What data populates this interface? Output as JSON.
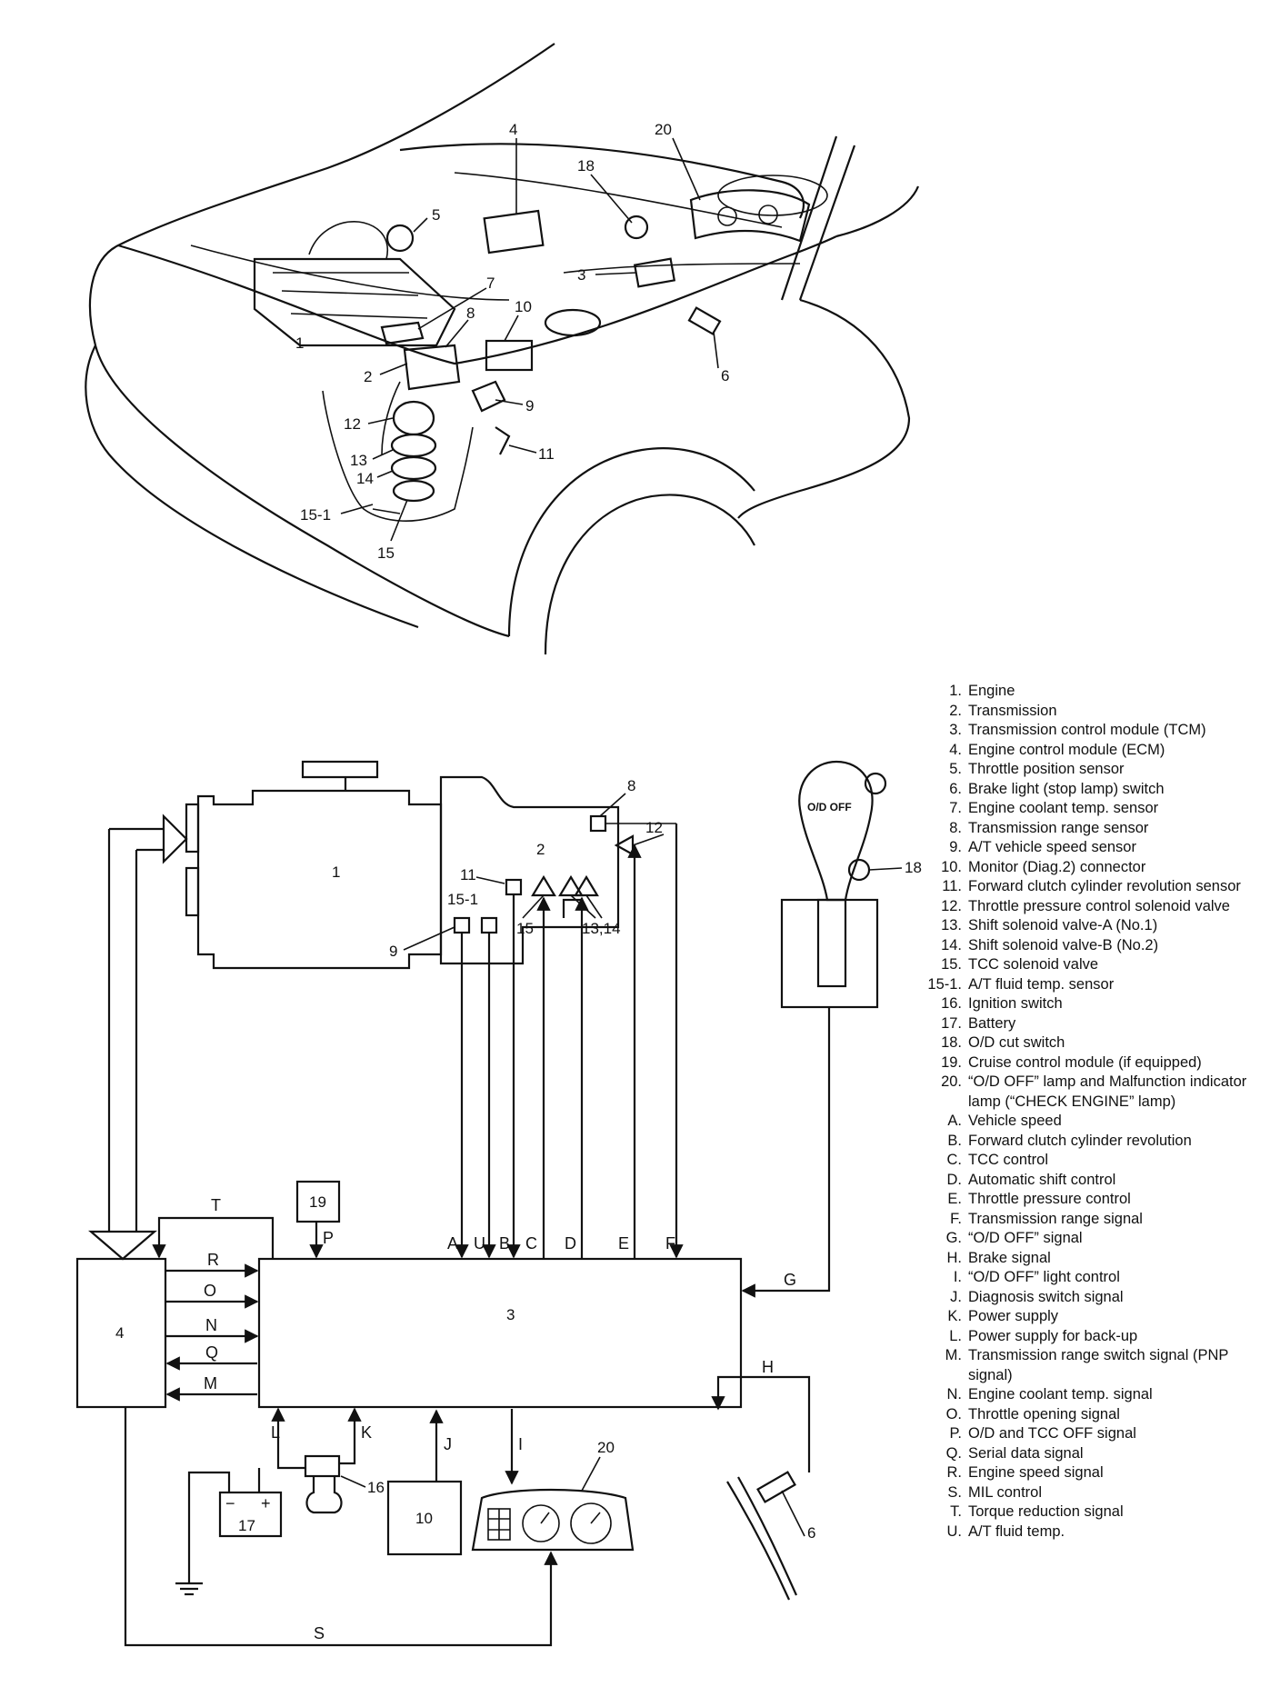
{
  "callouts": {
    "c1": "1",
    "c2": "2",
    "c3": "3",
    "c4": "4",
    "c5": "5",
    "c6": "6",
    "c7": "7",
    "c8": "8",
    "c9": "9",
    "c10": "10",
    "c11": "11",
    "c12": "12",
    "c13": "13",
    "c14": "14",
    "c15": "15",
    "c15_1": "15-1",
    "c16": "16",
    "c17": "17",
    "c18": "18",
    "c19": "19",
    "c20": "20",
    "c13_14": "13,14"
  },
  "signals": {
    "A": "A",
    "B": "B",
    "C": "C",
    "D": "D",
    "E": "E",
    "F": "F",
    "G": "G",
    "H": "H",
    "I": "I",
    "J": "J",
    "K": "K",
    "L": "L",
    "M": "M",
    "N": "N",
    "O": "O",
    "P": "P",
    "Q": "Q",
    "R": "R",
    "S": "S",
    "T": "T",
    "U": "U"
  },
  "shift_knob_label": "O/D OFF",
  "battery_minus": "−",
  "battery_plus": "+",
  "legend": [
    {
      "key": "1.",
      "text": "Engine"
    },
    {
      "key": "2.",
      "text": "Transmission"
    },
    {
      "key": "3.",
      "text": "Transmission control module (TCM)"
    },
    {
      "key": "4.",
      "text": "Engine control module (ECM)"
    },
    {
      "key": "5.",
      "text": "Throttle position sensor"
    },
    {
      "key": "6.",
      "text": "Brake light (stop lamp) switch"
    },
    {
      "key": "7.",
      "text": "Engine coolant temp. sensor"
    },
    {
      "key": "8.",
      "text": "Transmission range sensor"
    },
    {
      "key": "9.",
      "text": "A/T vehicle speed sensor"
    },
    {
      "key": "10.",
      "text": "Monitor (Diag.2) connector"
    },
    {
      "key": "11.",
      "text": "Forward clutch cylinder revolution sensor"
    },
    {
      "key": "12.",
      "text": "Throttle pressure control solenoid valve"
    },
    {
      "key": "13.",
      "text": "Shift solenoid valve-A (No.1)"
    },
    {
      "key": "14.",
      "text": "Shift solenoid valve-B (No.2)"
    },
    {
      "key": "15.",
      "text": "TCC solenoid valve"
    },
    {
      "key": "15-1.",
      "text": "A/T fluid temp. sensor"
    },
    {
      "key": "16.",
      "text": "Ignition switch"
    },
    {
      "key": "17.",
      "text": "Battery"
    },
    {
      "key": "18.",
      "text": "O/D cut switch"
    },
    {
      "key": "19.",
      "text": "Cruise control module (if equipped)"
    },
    {
      "key": "20.",
      "text": "“O/D OFF” lamp and Malfunction indicator lamp (“CHECK ENGINE” lamp)"
    },
    {
      "key": "A.",
      "text": "Vehicle speed"
    },
    {
      "key": "B.",
      "text": "Forward clutch cylinder revolution"
    },
    {
      "key": "C.",
      "text": "TCC control"
    },
    {
      "key": "D.",
      "text": "Automatic shift control"
    },
    {
      "key": "E.",
      "text": "Throttle pressure control"
    },
    {
      "key": "F.",
      "text": "Transmission range signal"
    },
    {
      "key": "G.",
      "text": "“O/D OFF” signal"
    },
    {
      "key": "H.",
      "text": "Brake signal"
    },
    {
      "key": "I.",
      "text": "“O/D OFF” light control"
    },
    {
      "key": "J.",
      "text": "Diagnosis switch signal"
    },
    {
      "key": "K.",
      "text": "Power supply"
    },
    {
      "key": "L.",
      "text": "Power supply for back-up"
    },
    {
      "key": "M.",
      "text": "Transmission range switch signal (PNP signal)"
    },
    {
      "key": "N.",
      "text": "Engine coolant temp. signal"
    },
    {
      "key": "O.",
      "text": "Throttle opening signal"
    },
    {
      "key": "P.",
      "text": "O/D and TCC OFF signal"
    },
    {
      "key": "Q.",
      "text": "Serial data signal"
    },
    {
      "key": "R.",
      "text": "Engine speed signal"
    },
    {
      "key": "S.",
      "text": "MIL control"
    },
    {
      "key": "T.",
      "text": "Torque reduction signal"
    },
    {
      "key": "U.",
      "text": "A/T fluid temp."
    }
  ]
}
